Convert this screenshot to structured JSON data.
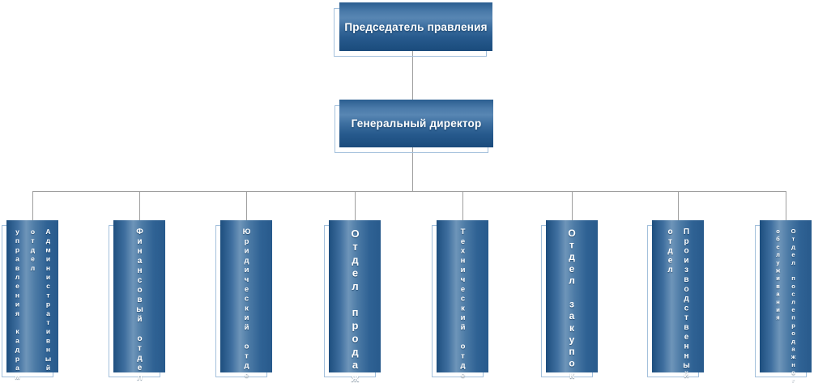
{
  "diagram": {
    "type": "organization-chart",
    "chairman": {
      "label": "Председатель правления"
    },
    "ceo": {
      "label": "Генеральный директор"
    },
    "departments": [
      {
        "label": "Административный отдел управления кадрами",
        "text": "Административный\nотдел\nуправления кадрами"
      },
      {
        "label": "Финансовый отдел",
        "text": "Финансовый отдел"
      },
      {
        "label": "Юридический отдел",
        "text": "Юридический отдел"
      },
      {
        "label": "Отдел продаж",
        "text": "Отдел продаж"
      },
      {
        "label": "Технический отдел",
        "text": "Технический отдел"
      },
      {
        "label": "Отдел закупок",
        "text": "Отдел закупок"
      },
      {
        "label": "Производственный отдел",
        "text": "Производственный\nотдел"
      },
      {
        "label": "Отдел послепродажного обслуживания",
        "text": "Отдел послепродажного\nобслуживания"
      }
    ],
    "colors": {
      "box_gradient_dark": "#1b4c7d",
      "box_gradient_light": "#6e95b9",
      "outline": "#a3c0dc",
      "connector": "#9e9e9e",
      "label_text": "#ffffff"
    }
  }
}
